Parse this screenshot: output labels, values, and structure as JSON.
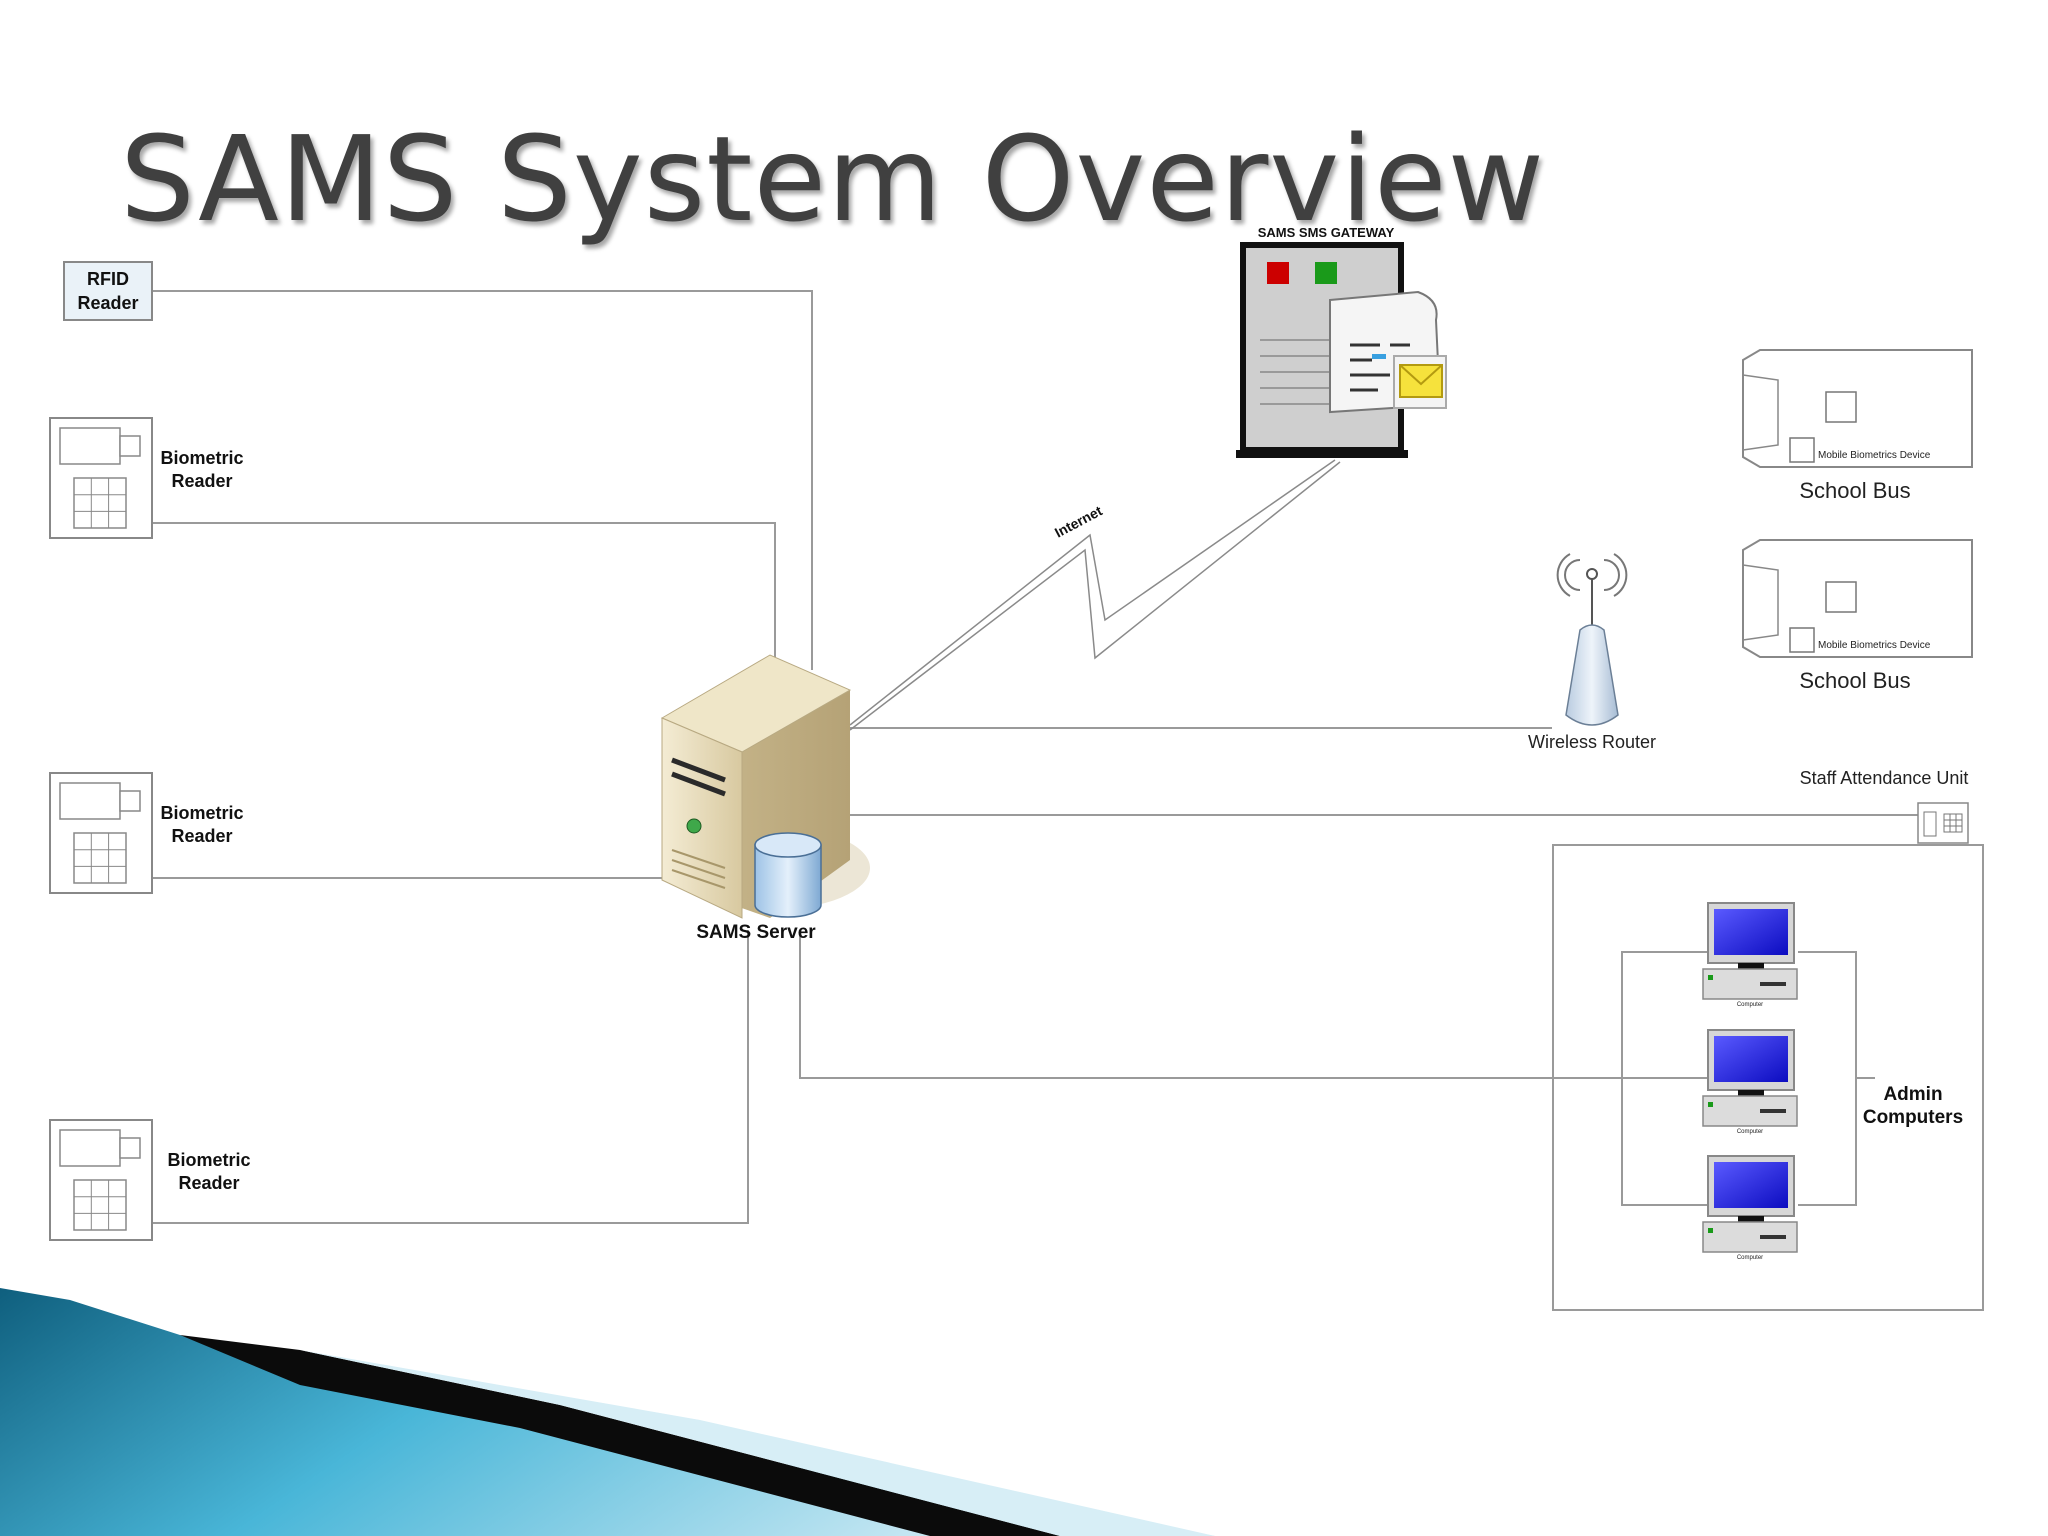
{
  "slide": {
    "title": "SAMS System Overview"
  },
  "diagram": {
    "rfid_reader": "RFID\nReader",
    "biometric_readers": [
      "Biometric\nReader",
      "Biometric\nReader",
      "Biometric\nReader"
    ],
    "server": "SAMS Server",
    "gateway": "SAMS SMS GATEWAY",
    "internet": "Internet",
    "wireless_router": "Wireless Router",
    "school_buses": [
      {
        "label": "School Bus",
        "device": "Mobile Biometrics Device"
      },
      {
        "label": "School Bus",
        "device": "Mobile Biometrics Device"
      }
    ],
    "staff_unit": "Staff Attendance Unit",
    "admin_computers": "Admin\nComputers",
    "computer_caption": "Computer"
  },
  "colors": {
    "title": "#404040",
    "line": "#9a9a9a",
    "server": "#e2d6b4",
    "screen": "#2020e8",
    "accent_teal": "#3aa7c9"
  }
}
